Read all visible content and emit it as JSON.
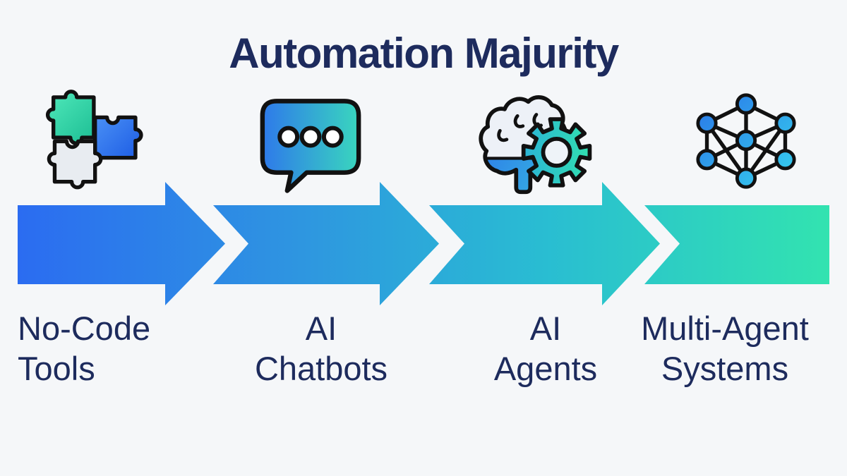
{
  "title": "Automation Majurity",
  "colors": {
    "background": "#f5f7f9",
    "ink": "#1d2b5d",
    "outline": "#111111"
  },
  "arrow": {
    "direction": "left-to-right",
    "gradient": [
      "#2b6cf1",
      "#2e96e0",
      "#29bdd2",
      "#32e3b0"
    ],
    "segment_count": 4
  },
  "stages": [
    {
      "label": "No-Code Tools",
      "line1": "No-Code",
      "line2": "Tools",
      "icon": "puzzle-pieces-icon"
    },
    {
      "label": "AI Chatbots",
      "line1": "AI",
      "line2": "Chatbots",
      "icon": "chat-bubble-icon"
    },
    {
      "label": "AI Agents",
      "line1": "AI",
      "line2": "Agents",
      "icon": "brain-gear-icon"
    },
    {
      "label": "Multi-Agent Systems",
      "line1": "Multi-Agent",
      "line2": "Systems",
      "icon": "neural-network-icon"
    }
  ]
}
